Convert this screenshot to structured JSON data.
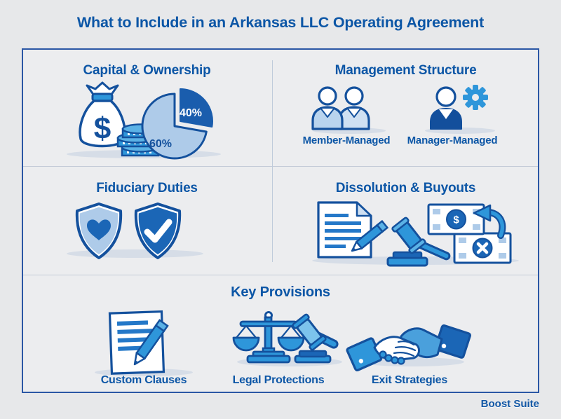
{
  "title": "What to Include in an Arkansas LLC Operating Agreement",
  "footer": {
    "brand": "Boost Suite"
  },
  "sections": {
    "capital_ownership": {
      "heading": "Capital & Ownership",
      "currency_symbol": "$",
      "icons": [
        "money-bag-icon",
        "coins-icon",
        "pie-chart-icon"
      ]
    },
    "management_structure": {
      "heading": "Management Structure",
      "items": [
        {
          "label": "Member-Managed",
          "icon": "two-members-icon"
        },
        {
          "label": "Manager-Managed",
          "icon": "manager-gear-icon"
        }
      ]
    },
    "fiduciary_duties": {
      "heading": "Fiduciary Duties",
      "icons": [
        "heart-shield-icon",
        "check-shield-icon"
      ]
    },
    "dissolution_buyouts": {
      "heading": "Dissolution & Buyouts",
      "currency_symbol": "$",
      "icons": [
        "contract-pen-icon",
        "gavel-icon",
        "refund-bill-icon",
        "void-bill-icon"
      ]
    },
    "key_provisions": {
      "heading": "Key Provisions",
      "items": [
        {
          "label": "Custom Clauses",
          "icon": "document-pencil-icon"
        },
        {
          "label": "Legal Protections",
          "icon": "scales-gavel-icon"
        },
        {
          "label": "Exit Strategies",
          "icon": "handshake-icon"
        }
      ]
    }
  },
  "chart_data": {
    "type": "pie",
    "labels": [
      "60%",
      "40%"
    ],
    "values": [
      60,
      40
    ],
    "colors": [
      "#aecbe9",
      "#1a5dad"
    ],
    "exploded_slice": "40%",
    "legend": "none"
  },
  "colors": {
    "accent_heading": "#0c56a6",
    "outline_navy": "#14519d",
    "primary_blue": "#1b66b6",
    "sky_blue": "#2e96da",
    "light_blue": "#aecbe9",
    "pale_blue": "#cfe0f2",
    "background": "#e7e8ea",
    "panel_background": "#ecedef",
    "panel_border": "#2b57a5",
    "divider": "#c3cbd7",
    "shadow": "#d6dde7"
  }
}
